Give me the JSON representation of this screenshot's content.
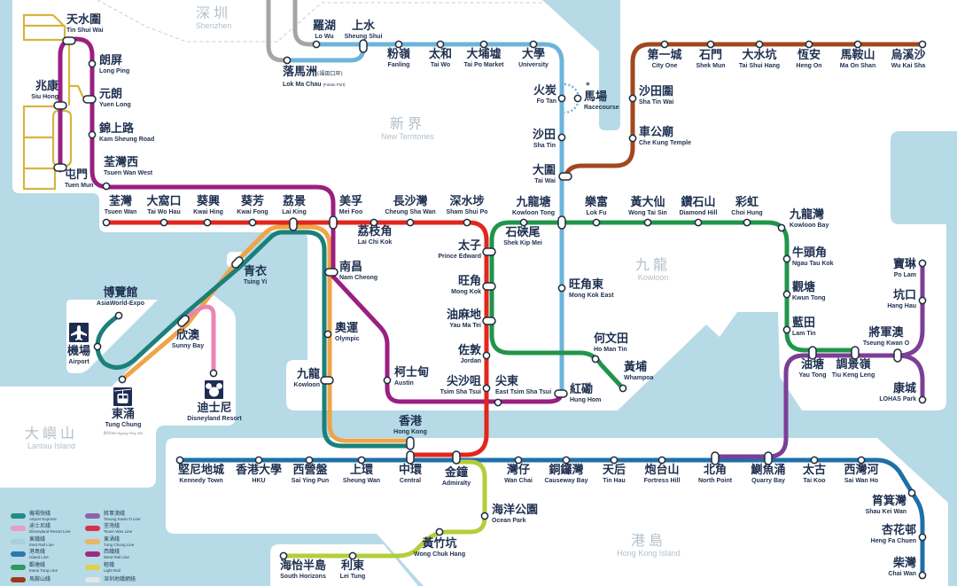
{
  "map_colors": {
    "water": "#b6dae6",
    "land": "#ffffff",
    "boundary": "#c8cdd1",
    "icon_bg": "#1d2c52"
  },
  "regions": {
    "shenzhen": {
      "zh": "深圳",
      "en": "Shenzhen"
    },
    "new_territories": {
      "zh": "新界",
      "en": "New Territories"
    },
    "kowloon": {
      "zh": "九龍",
      "en": "Kowloon"
    },
    "hong_kong_island": {
      "zh": "港島",
      "en": "Hong Kong Island"
    },
    "lantau_island": {
      "zh": "大嶼山",
      "en": "Lantau Island"
    }
  },
  "lines": {
    "airport_express": {
      "color": "#1b8079"
    },
    "disneyland_resort": {
      "color": "#e985b3"
    },
    "east_rail": {
      "color": "#6db4da"
    },
    "island": {
      "color": "#1f6fa7"
    },
    "kwun_tong": {
      "color": "#20954a"
    },
    "ma_on_shan": {
      "color": "#a2481e"
    },
    "tseung_kwan_o": {
      "color": "#7c3f96"
    },
    "tsuen_wan": {
      "color": "#e2261d"
    },
    "tung_chung": {
      "color": "#efa448"
    },
    "west_rail": {
      "color": "#9a1f80"
    },
    "light_rail": {
      "color": "#d6b53e"
    },
    "south_island": {
      "color": "#b5cd3a"
    },
    "shenzhen_metro": {
      "color": "#a5a5a5"
    }
  },
  "icons": {
    "airport": "plane",
    "tung_chung": "cable-car",
    "disneyland_resort": "mickey-head"
  },
  "stations": {
    "west_rail": [
      {
        "zh": "屯門",
        "en": "Tuen Mun"
      },
      {
        "zh": "兆康",
        "en": "Siu Hong"
      },
      {
        "zh": "天水圍",
        "en": "Tin Shui Wai"
      },
      {
        "zh": "朗屏",
        "en": "Long Ping"
      },
      {
        "zh": "元朗",
        "en": "Yuen Long"
      },
      {
        "zh": "錦上路",
        "en": "Kam Sheung Road"
      },
      {
        "zh": "荃灣西",
        "en": "Tsuen Wan West"
      },
      {
        "zh": "美孚",
        "en": "Mei Foo"
      },
      {
        "zh": "南昌",
        "en": "Nam Cheong"
      },
      {
        "zh": "柯士甸",
        "en": "Austin"
      },
      {
        "zh": "尖東",
        "en": "East Tsim Sha Tsui"
      },
      {
        "zh": "紅磡",
        "en": "Hung Hom"
      }
    ],
    "tsuen_wan": [
      {
        "zh": "荃灣",
        "en": "Tsuen Wan"
      },
      {
        "zh": "大窩口",
        "en": "Tai Wo Hau"
      },
      {
        "zh": "葵興",
        "en": "Kwai Hing"
      },
      {
        "zh": "葵芳",
        "en": "Kwai Fong"
      },
      {
        "zh": "荔景",
        "en": "Lai King"
      },
      {
        "zh": "荔枝角",
        "en": "Lai Chi Kok"
      },
      {
        "zh": "長沙灣",
        "en": "Cheung Sha Wan"
      },
      {
        "zh": "深水埗",
        "en": "Sham Shui Po"
      },
      {
        "zh": "太子",
        "en": "Prince Edward"
      },
      {
        "zh": "旺角",
        "en": "Mong Kok"
      },
      {
        "zh": "油麻地",
        "en": "Yau Ma Tei"
      },
      {
        "zh": "佐敦",
        "en": "Jordan"
      },
      {
        "zh": "尖沙咀",
        "en": "Tsim Sha Tsui"
      }
    ],
    "island": [
      {
        "zh": "堅尼地城",
        "en": "Kennedy Town"
      },
      {
        "zh": "香港大學",
        "en": "HKU"
      },
      {
        "zh": "西營盤",
        "en": "Sai Ying Pun"
      },
      {
        "zh": "上環",
        "en": "Sheung Wan"
      },
      {
        "zh": "中環",
        "en": "Central"
      },
      {
        "zh": "金鐘",
        "en": "Admiralty"
      },
      {
        "zh": "灣仔",
        "en": "Wan Chai"
      },
      {
        "zh": "銅鑼灣",
        "en": "Causeway Bay"
      },
      {
        "zh": "天后",
        "en": "Tin Hau"
      },
      {
        "zh": "炮台山",
        "en": "Fortress Hill"
      },
      {
        "zh": "北角",
        "en": "North Point"
      },
      {
        "zh": "鰂魚涌",
        "en": "Quarry Bay"
      },
      {
        "zh": "太古",
        "en": "Tai Koo"
      },
      {
        "zh": "西灣河",
        "en": "Sai Wan Ho"
      },
      {
        "zh": "筲箕灣",
        "en": "Shau Kei Wan"
      },
      {
        "zh": "杏花邨",
        "en": "Heng Fa Chuen"
      },
      {
        "zh": "柴灣",
        "en": "Chai Wan"
      }
    ],
    "south_island": [
      {
        "zh": "海洋公園",
        "en": "Ocean Park"
      },
      {
        "zh": "黃竹坑",
        "en": "Wong Chuk Hang"
      },
      {
        "zh": "利東",
        "en": "Lei Tung"
      },
      {
        "zh": "海怡半島",
        "en": "South Horizons"
      }
    ],
    "tung_chung_airport": [
      {
        "zh": "香港",
        "en": "Hong Kong"
      },
      {
        "zh": "九龍",
        "en": "Kowloon"
      },
      {
        "zh": "奧運",
        "en": "Olympic"
      },
      {
        "zh": "青衣",
        "en": "Tsing Yi"
      },
      {
        "zh": "欣澳",
        "en": "Sunny Bay"
      },
      {
        "zh": "東涌",
        "en": "Tung Chung",
        "note": "昂坪360 Ngong Ping 360"
      },
      {
        "zh": "機場",
        "en": "Airport"
      },
      {
        "zh": "博覽館",
        "en": "AsiaWorld-Expo"
      }
    ],
    "disneyland_resort": [
      {
        "zh": "迪士尼",
        "en": "Disneyland Resort"
      }
    ],
    "east_rail": [
      {
        "zh": "羅湖",
        "en": "Lo Wu"
      },
      {
        "zh": "落馬洲",
        "zh_note": "(福田口岸)",
        "en": "Lok Ma Chau",
        "en_note": "(Futian Port)"
      },
      {
        "zh": "上水",
        "en": "Sheung Shui"
      },
      {
        "zh": "粉嶺",
        "en": "Fanling"
      },
      {
        "zh": "太和",
        "en": "Tai Wo"
      },
      {
        "zh": "大埔墟",
        "en": "Tai Po Market"
      },
      {
        "zh": "大學",
        "en": "University"
      },
      {
        "zh": "火炭",
        "en": "Fo Tan"
      },
      {
        "zh": "馬場",
        "en": "Racecourse",
        "note": "*"
      },
      {
        "zh": "沙田",
        "en": "Sha Tin"
      },
      {
        "zh": "大圍",
        "en": "Tai Wai"
      },
      {
        "zh": "九龍塘",
        "en": "Kowloon Tong"
      },
      {
        "zh": "旺角東",
        "en": "Mong Kok East"
      }
    ],
    "ma_on_shan": [
      {
        "zh": "車公廟",
        "en": "Che Kung Temple"
      },
      {
        "zh": "沙田圍",
        "en": "Sha Tin Wai"
      },
      {
        "zh": "第一城",
        "en": "City One"
      },
      {
        "zh": "石門",
        "en": "Shek Mun"
      },
      {
        "zh": "大水坑",
        "en": "Tai Shui Hang"
      },
      {
        "zh": "恆安",
        "en": "Heng On"
      },
      {
        "zh": "馬鞍山",
        "en": "Ma On Shan"
      },
      {
        "zh": "烏溪沙",
        "en": "Wu Kai Sha"
      }
    ],
    "kwun_tong": [
      {
        "zh": "黃埔",
        "en": "Whampoa"
      },
      {
        "zh": "何文田",
        "en": "Ho Man Tin"
      },
      {
        "zh": "石硤尾",
        "en": "Shek Kip Mei"
      },
      {
        "zh": "樂富",
        "en": "Lok Fu"
      },
      {
        "zh": "黃大仙",
        "en": "Wong Tai Sin"
      },
      {
        "zh": "鑽石山",
        "en": "Diamond Hill"
      },
      {
        "zh": "彩虹",
        "en": "Choi Hung"
      },
      {
        "zh": "九龍灣",
        "en": "Kowloon Bay"
      },
      {
        "zh": "牛頭角",
        "en": "Ngau Tau Kok"
      },
      {
        "zh": "觀塘",
        "en": "Kwun Tong"
      },
      {
        "zh": "藍田",
        "en": "Lam Tin"
      },
      {
        "zh": "油塘",
        "en": "Yau Tong"
      },
      {
        "zh": "調景嶺",
        "en": "Tiu Keng Leng"
      }
    ],
    "tseung_kwan_o": [
      {
        "zh": "將軍澳",
        "en": "Tseung Kwan O"
      },
      {
        "zh": "坑口",
        "en": "Hang Hau"
      },
      {
        "zh": "寶琳",
        "en": "Po Lam"
      },
      {
        "zh": "康城",
        "en": "LOHAS Park"
      }
    ]
  },
  "legend": {
    "items": [
      {
        "zh": "機場快綫",
        "en": "Airport Express",
        "color": "#268a84"
      },
      {
        "zh": "迪士尼綫",
        "en": "Disneyland Resort Line",
        "color": "#e99cc4"
      },
      {
        "zh": "東鐵綫",
        "en": "East Rail Line",
        "color": "#a9cfe0"
      },
      {
        "zh": "港島綫",
        "en": "Island Line",
        "color": "#2a79ad"
      },
      {
        "zh": "觀塘綫",
        "en": "Kwun Tong Line",
        "color": "#2e9a5c"
      },
      {
        "zh": "馬鞍山綫",
        "en": "",
        "color": "#9a3c1c"
      },
      {
        "zh": "將軍澳綫",
        "en": "Tseung Kwan O Line",
        "color": "#8a66a8"
      },
      {
        "zh": "荃灣綫",
        "en": "Tsuen Wan Line",
        "color": "#d6324a"
      },
      {
        "zh": "東涌綫",
        "en": "Tung Chung Line",
        "color": "#e6b769"
      },
      {
        "zh": "西鐵綫",
        "en": "West Rail Line",
        "color": "#9a2a86"
      },
      {
        "zh": "輕鐵",
        "en": "Light Rail",
        "color": "#e2cf4a"
      },
      {
        "zh": "深圳地鐵網絡",
        "en": "",
        "color": "#e4e6e8"
      }
    ]
  }
}
